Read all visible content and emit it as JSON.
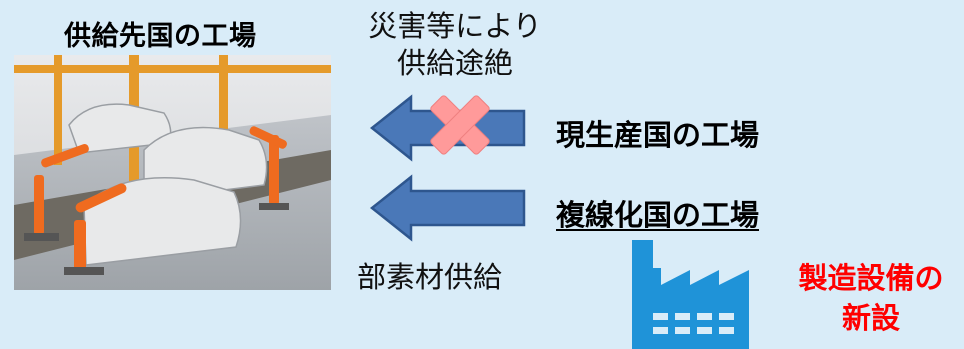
{
  "supply_factory_title": "供給先国の工場",
  "disaster_label_line1": "災害等により",
  "disaster_label_line2": "供給途絶",
  "current_factory_label": "現生産国の工場",
  "dual_factory_label": "複線化国の工場",
  "parts_supply_label": "部素材供給",
  "new_facility_line1": "製造設備の",
  "new_facility_line2": "新設",
  "colors": {
    "background": "#d9ecf8",
    "arrow_fill": "#4a78b8",
    "arrow_stroke": "#2e568e",
    "cross": "#ff9a9a",
    "factory_icon": "#1f93d8",
    "emphasis_text": "#ff0000"
  },
  "icons": [
    "cross-mark-icon",
    "factory-icon",
    "arrow-left-icon"
  ]
}
